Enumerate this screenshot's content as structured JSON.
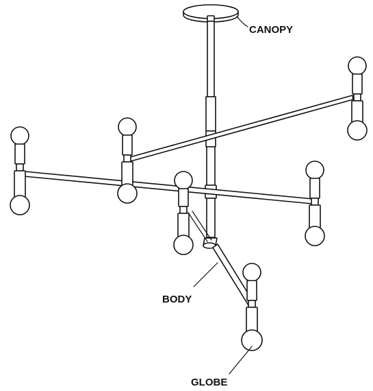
{
  "labels": {
    "canopy": "CANOPY",
    "body": "BODY",
    "globe": "GLOBE"
  },
  "colors": {
    "line": "#111111",
    "background": "#ffffff"
  }
}
